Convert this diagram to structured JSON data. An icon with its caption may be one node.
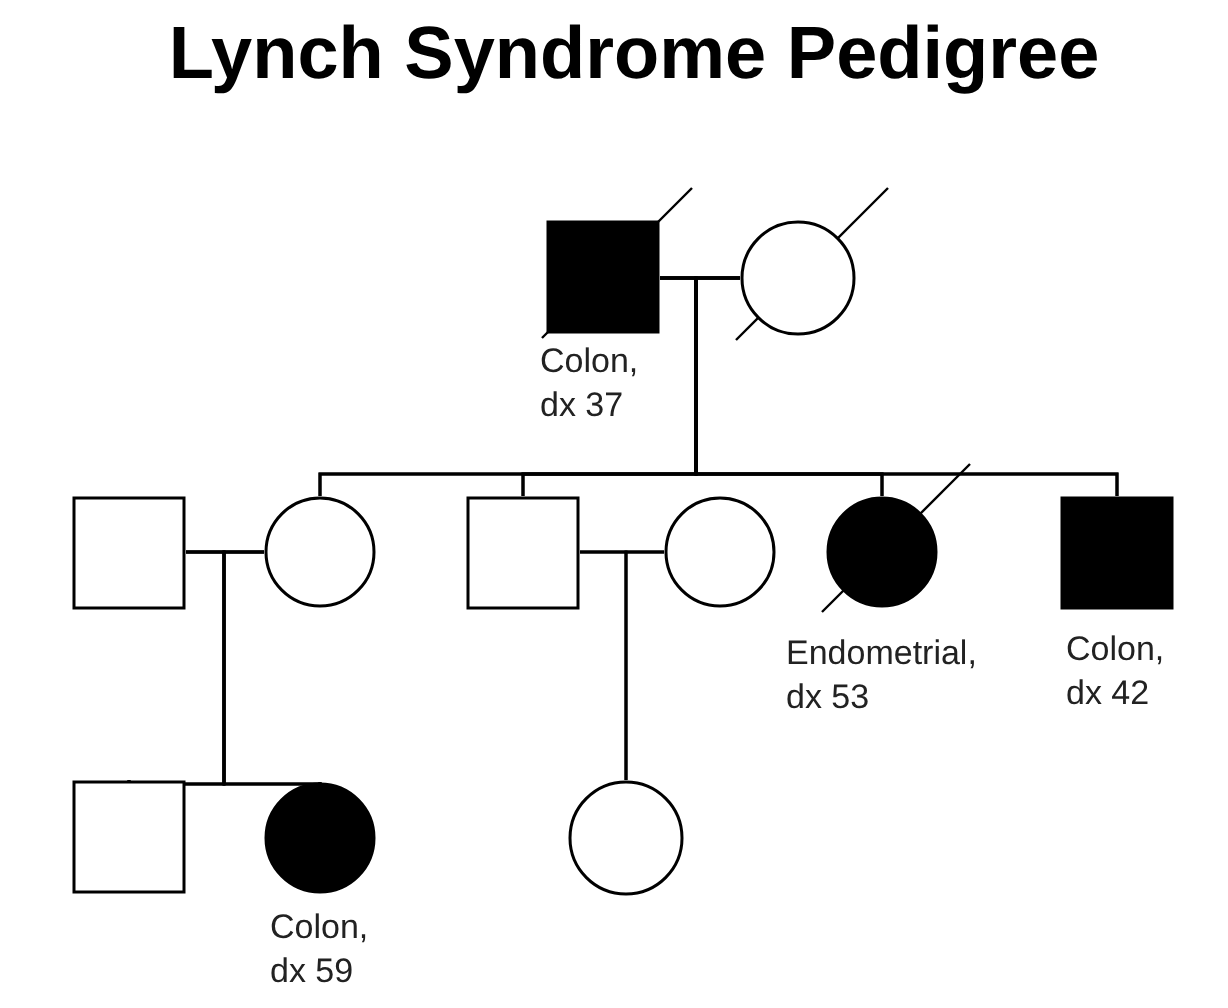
{
  "diagram": {
    "title": "Lynch Syndrome Pedigree",
    "nodes": [
      {
        "text": [],
        "shape": "box",
        "beside": [
          "Colon, dx 37"
        ]
      },
      {
        "text": [],
        "shape": "circle"
      },
      {
        "text": [],
        "shape": "box"
      },
      {
        "text": [],
        "shape": "circle"
      },
      {
        "text": [],
        "shape": "box"
      },
      {
        "text": [],
        "shape": "circle"
      },
      {
        "text": [],
        "shape": "circle",
        "beside": [
          "Endometrial, dx 53"
        ]
      },
      {
        "text": [],
        "shape": "box",
        "beside": [
          "Colon, dx 42"
        ]
      },
      {
        "text": [],
        "shape": "box"
      },
      {
        "text": [],
        "shape": "circle",
        "beside": [
          "Colon, dx 59"
        ]
      },
      {
        "text": [],
        "shape": "circle"
      }
    ],
    "edges": [
      {
        "from": 0,
        "to": 1,
        "arrow": "none"
      },
      {
        "from": 0,
        "to": 3,
        "arrow": "none"
      },
      {
        "from": 0,
        "to": 4,
        "arrow": "none"
      },
      {
        "from": 0,
        "to": 6,
        "arrow": "none"
      },
      {
        "from": 0,
        "to": 7,
        "arrow": "none"
      },
      {
        "from": 1,
        "to": 3,
        "arrow": "none"
      },
      {
        "from": 1,
        "to": 4,
        "arrow": "none"
      },
      {
        "from": 1,
        "to": 6,
        "arrow": "none"
      },
      {
        "from": 1,
        "to": 7,
        "arrow": "none"
      },
      {
        "from": 2,
        "to": 3,
        "arrow": "none"
      },
      {
        "from": 2,
        "to": 8,
        "arrow": "none"
      },
      {
        "from": 2,
        "to": 9,
        "arrow": "none"
      },
      {
        "from": 3,
        "to": 8,
        "arrow": "none"
      },
      {
        "from": 3,
        "to": 9,
        "arrow": "none"
      },
      {
        "from": 4,
        "to": 5,
        "arrow": "none"
      },
      {
        "from": 4,
        "to": 10,
        "arrow": "none"
      },
      {
        "from": 5,
        "to": 10,
        "arrow": "none"
      }
    ]
  }
}
